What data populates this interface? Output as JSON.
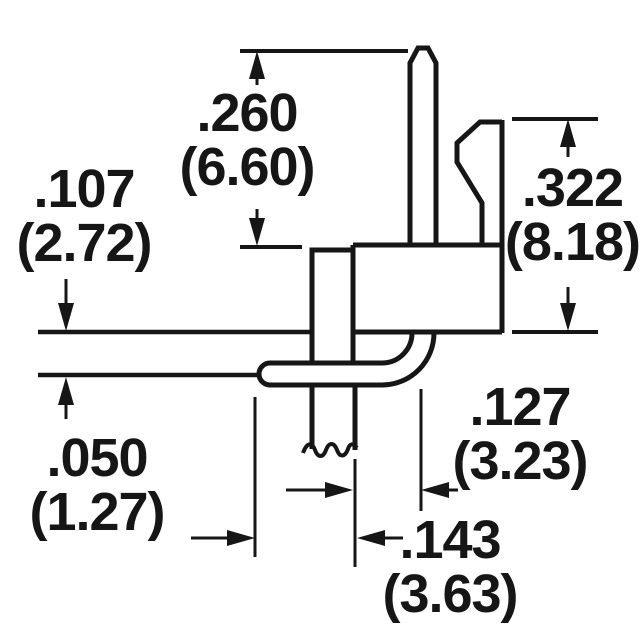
{
  "drawing": {
    "line_color": "#161616",
    "background": "#ffffff",
    "dims": {
      "dim_260": {
        "inch": ".260",
        "mm": "(6.60)"
      },
      "dim_107": {
        "inch": ".107",
        "mm": "(2.72)"
      },
      "dim_322": {
        "inch": ".322",
        "mm": "(8.18)"
      },
      "dim_050": {
        "inch": ".050",
        "mm": "(1.27)"
      },
      "dim_127": {
        "inch": ".127",
        "mm": "(3.23)"
      },
      "dim_143": {
        "inch": ".143",
        "mm": "(3.63)"
      }
    }
  }
}
